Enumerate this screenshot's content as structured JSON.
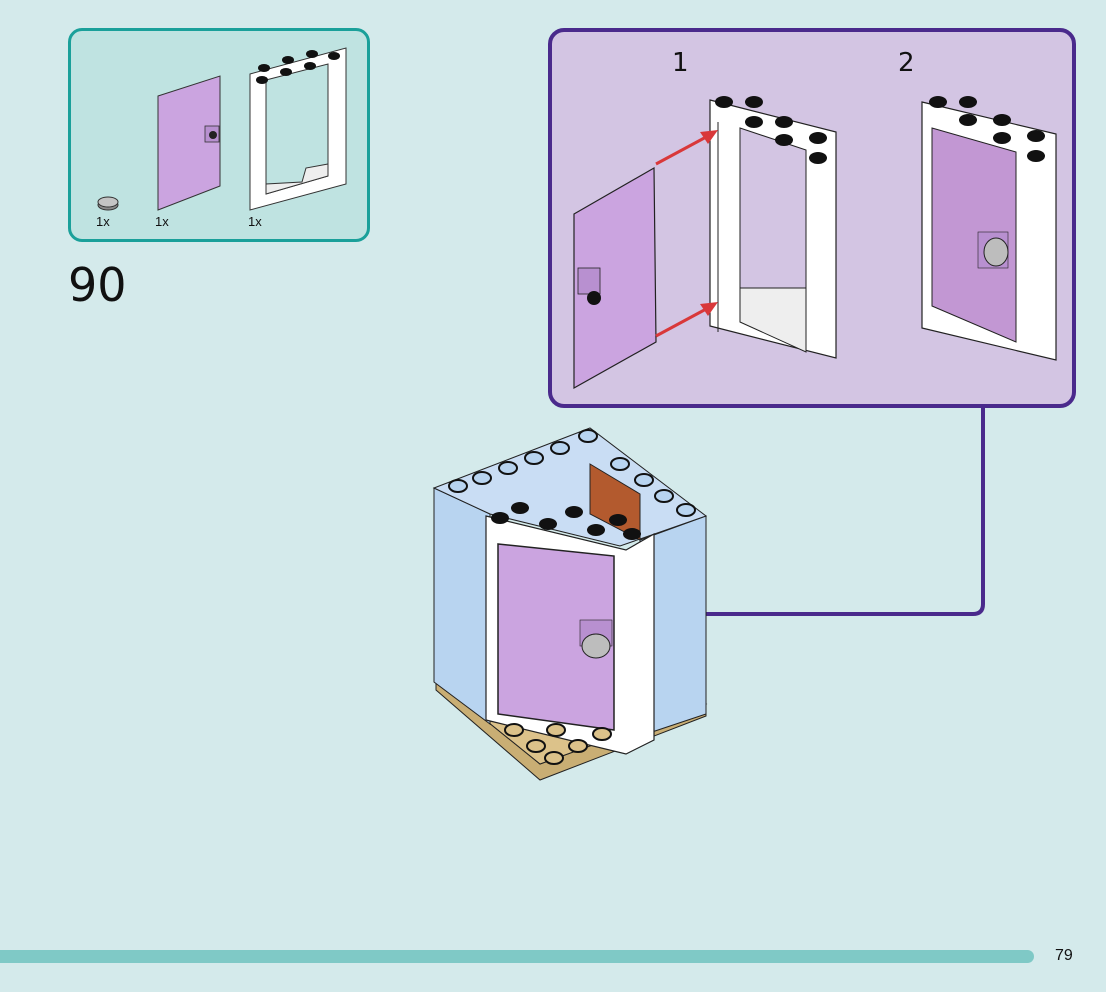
{
  "step": {
    "number": "90"
  },
  "parts_list": {
    "items": [
      {
        "name": "round-tile-1x1-gray",
        "quantity": "1x"
      },
      {
        "name": "door-1x4x6-lavender",
        "quantity": "1x"
      },
      {
        "name": "door-frame-corner-white",
        "quantity": "1x"
      }
    ]
  },
  "sub_assembly": {
    "steps": [
      {
        "label": "1"
      },
      {
        "label": "2"
      }
    ]
  },
  "colors": {
    "background": "#d4eaeb",
    "parts_box_border": "#1aa09a",
    "parts_box_fill": "#bfe3e1",
    "sub_box_border": "#4a2a8c",
    "sub_box_fill": "#d3c5e3",
    "door": "#cba4e0",
    "arrow_red": "#d9383a",
    "brick_blue": "#b8d4f0",
    "plate_tan": "#dcc28a",
    "footer_bar": "#7fc9c6"
  },
  "footer": {
    "page_number": "79"
  }
}
